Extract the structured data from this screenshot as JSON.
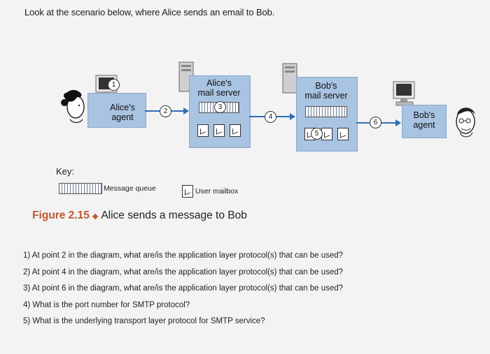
{
  "intro": "Look at the scenario below, where Alice sends an email to Bob.",
  "figure": {
    "alice_agent": "Alice's\nagent",
    "alice_server": "Alice's\nmail server",
    "bob_server": "Bob's\nmail server",
    "bob_agent": "Bob's\nagent",
    "points": [
      "1",
      "2",
      "3",
      "4",
      "5",
      "6"
    ],
    "key_title": "Key:",
    "key_queue": "Message queue",
    "key_mailbox": "User mailbox",
    "caption_num": "Figure 2.15",
    "caption_text": "Alice sends a message to Bob",
    "colors": {
      "box": "#a9c3e2",
      "arrow": "#2f6db5",
      "caption_accent": "#c0582f"
    }
  },
  "questions": [
    "1) At point 2 in the diagram, what are/is the application layer protocol(s) that can be used?",
    "2) At point 4 in the diagram, what are/is the application layer protocol(s) that can be used?",
    "3) At point 6 in the diagram, what are/is the application layer protocol(s) that can be used?",
    "4) What is the port number for SMTP protocol?",
    "5) What is the underlying transport layer protocol for SMTP service?"
  ]
}
